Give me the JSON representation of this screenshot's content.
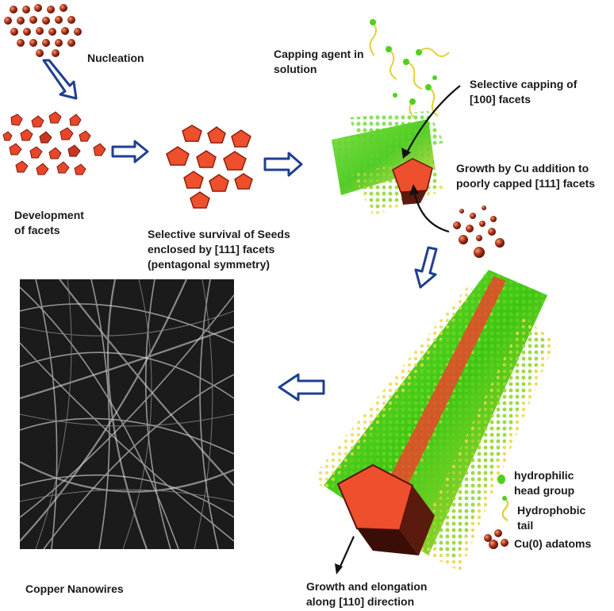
{
  "labels": {
    "nucleation": "Nucleation",
    "development": [
      "Development",
      "of facets"
    ],
    "survival": [
      "Selective survival of Seeds",
      "enclosed by [111] facets",
      "(pentagonal symmetry)"
    ],
    "capping_agent": [
      "Capping agent in",
      "solution"
    ],
    "selective_capping": [
      "Selective capping of",
      "[100] facets"
    ],
    "growth_cu": [
      "Growth by Cu addition to",
      "poorly capped [111] facets"
    ],
    "copper_nanowires": "Copper Nanowires",
    "growth_elongation": [
      "Growth and elongation",
      "along [110] direction"
    ]
  },
  "legend": {
    "head": [
      "hydrophilic",
      "head group"
    ],
    "tail": [
      "Hydrophobic",
      "tail"
    ],
    "adatoms": "Cu(0) adatoms"
  },
  "colors": {
    "arrow": "#1f3f8f",
    "copper": "#e8462a",
    "capping": "#4fd11a",
    "tail": "#e6d63a",
    "sphere": "#a8301c"
  },
  "icons": [
    "hollow-arrow-icon",
    "curved-arrow-icon",
    "sphere-icon",
    "pentagon-seed-icon"
  ]
}
